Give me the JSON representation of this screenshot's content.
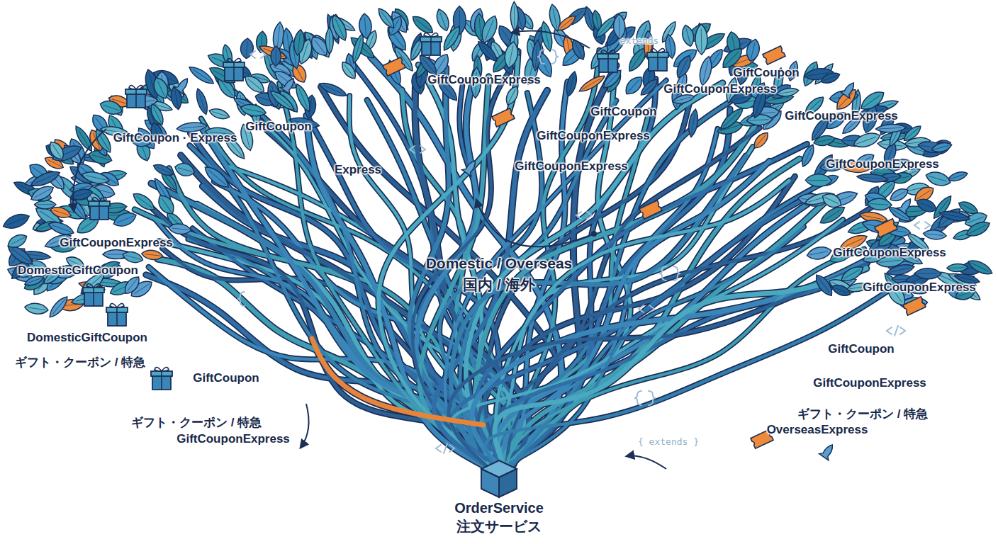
{
  "diagram": {
    "nodes": [
      {
        "text": [
          "OrderService 注文サービス"
        ]
      }
    ],
    "labels": [
      "extends",
      "GiftCoupon",
      "GiftCouponExpress",
      "GiftCouponExpress",
      "GiftCoupon",
      "GiftCouponExpress",
      "GiftCoupon",
      "GiftCouponExpress",
      "GiftCoupon · Express",
      "GiftCouponExpress",
      "GiftCouponExpress",
      "Express",
      "GiftCouponExpress",
      "GiftCouponExpress",
      "Domestic / Overseas",
      "DomesticGiftCoupon",
      "国内 / 海外",
      "GiftCouponExpress",
      "DomesticGiftCoupon",
      "GiftCoupon",
      "ギフト・クーポン / 特急",
      "GiftCoupon",
      "GiftCouponExpress",
      "ギフト・クーポン / 特急",
      "ギフト・クーポン / 特急",
      "OverseasExpress",
      "GiftCouponExpress",
      "{ extends }"
    ]
  }
}
